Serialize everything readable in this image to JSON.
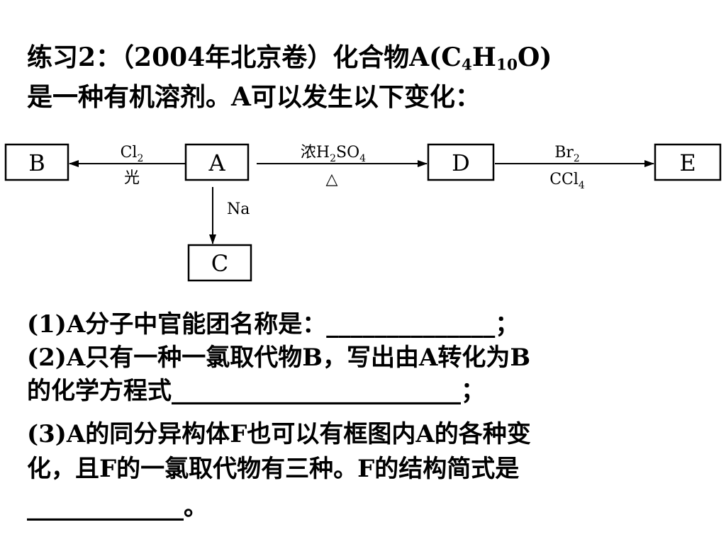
{
  "title": {
    "line1_prefix": "练习2：（2004年北京卷）化合物A(C",
    "sub1": "4",
    "mid1": "H",
    "sub2": "10",
    "line1_suffix": "O)",
    "line2": "是一种有机溶剂。A可以发生以下变化："
  },
  "diagram": {
    "boxes": {
      "a": "A",
      "b": "B",
      "c": "C",
      "d": "D",
      "e": "E"
    },
    "arrow_ab": {
      "above_pre": "Cl",
      "above_sub": "2",
      "below": "光"
    },
    "arrow_ad": {
      "above_pre": "浓H",
      "above_sub1": "2",
      "above_mid": "SO",
      "above_sub2": "4",
      "below": "△"
    },
    "arrow_de": {
      "above_pre": "Br",
      "above_sub": "2",
      "below_pre": "CCl",
      "below_sub": "4"
    },
    "arrow_ac": {
      "label": "Na"
    }
  },
  "questions": {
    "q1": "(1)A分子中官能团名称是：______________；",
    "q2a": "(2)A只有一种一氯取代物B，写出由A转化为B",
    "q2b": "的化学方程式________________________；",
    "q3a": "(3)A的同分异构体F也可以有框图内A的各种变",
    "q3b": "化，且F的一氯取代物有三种。F的结构简式是",
    "q3c": "_____________。"
  }
}
